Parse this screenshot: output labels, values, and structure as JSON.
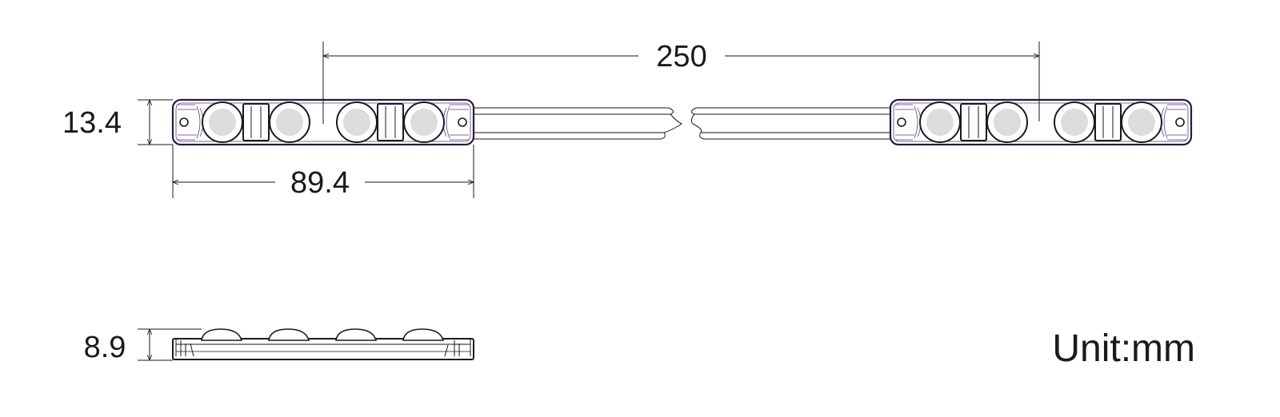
{
  "dimensions": {
    "spacing": "250",
    "height_top": "13.4",
    "length": "89.4",
    "thickness": "8.9"
  },
  "unit_label": "Unit:mm",
  "colors": {
    "line": "#1a1a1a",
    "module_outline": "#2a1a3a",
    "module_hatch": "#5a3a8a",
    "lens_fill": "#dcdcdc",
    "text": "#1a1a1a"
  }
}
